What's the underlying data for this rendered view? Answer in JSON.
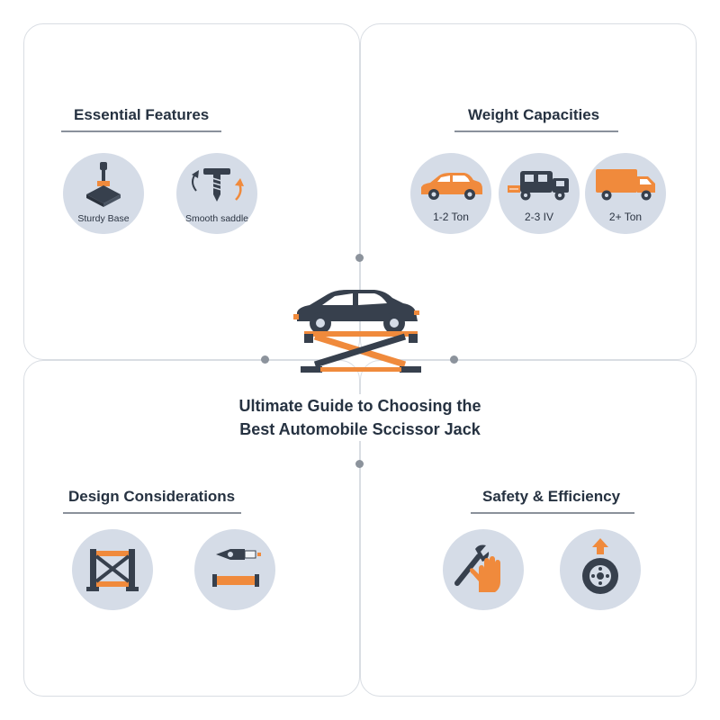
{
  "title": {
    "line1": "Ultimate Guide to Choosing the",
    "line2": "Best Automobile Sccissor Jack"
  },
  "panels": {
    "essential_features": {
      "title": "Essential Features",
      "items": [
        {
          "label": "Sturdy Base",
          "icon": "sturdy-base-icon"
        },
        {
          "label": "Smooth saddle",
          "icon": "smooth-saddle-icon"
        }
      ]
    },
    "weight_capacities": {
      "title": "Weight Capacities",
      "items": [
        {
          "label": "1-2 Ton",
          "icon": "car-icon"
        },
        {
          "label": "2-3 IV",
          "icon": "truck-icon"
        },
        {
          "label": "2+ Ton",
          "icon": "box-truck-icon"
        }
      ]
    },
    "design_considerations": {
      "title": "Design Considerations",
      "items": [
        {
          "label": "",
          "icon": "frame-icon"
        },
        {
          "label": "",
          "icon": "pliers-icon"
        }
      ]
    },
    "safety_efficiency": {
      "title": "Safety & Efficiency",
      "items": [
        {
          "label": "",
          "icon": "wrench-glove-icon"
        },
        {
          "label": "",
          "icon": "tire-lift-icon"
        }
      ]
    }
  },
  "colors": {
    "accent": "#f08a3c",
    "dark": "#37404d",
    "circle_fill": "#d5dce7",
    "panel_border": "#d9dde3",
    "connector_dot": "#8c939c"
  }
}
